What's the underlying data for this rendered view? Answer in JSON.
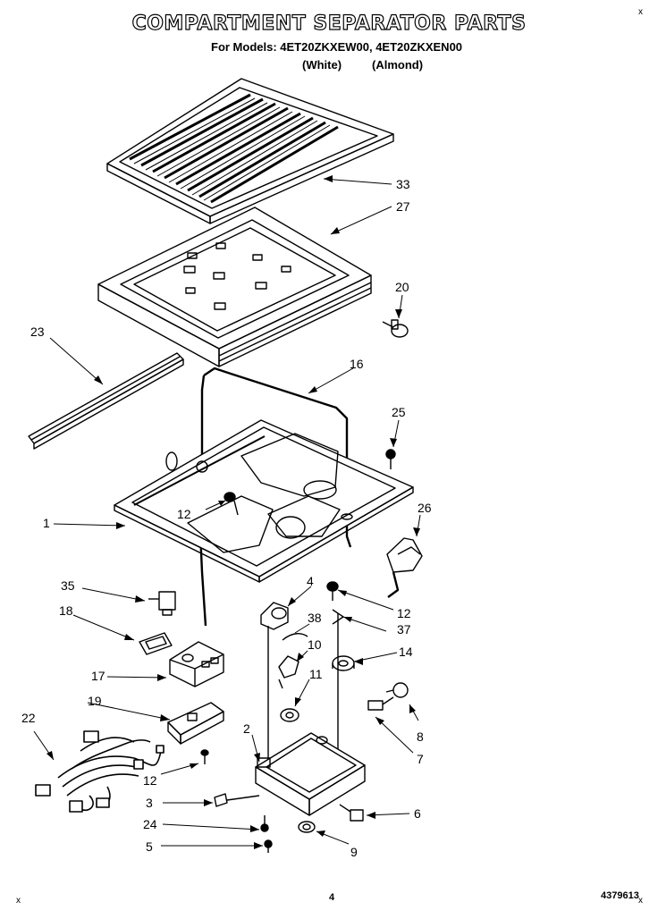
{
  "header": {
    "title": "COMPARTMENT SEPARATOR PARTS",
    "models_label": "For Models: 4ET20ZKXEW00, 4ET20ZKXEN00",
    "color_white": "(White)",
    "color_almond": "(Almond)"
  },
  "callouts": [
    "33",
    "27",
    "20",
    "23",
    "16",
    "25",
    "1",
    "12",
    "26",
    "35",
    "4",
    "12",
    "18",
    "38",
    "37",
    "10",
    "14",
    "17",
    "11",
    "19",
    "8",
    "22",
    "2",
    "7",
    "12",
    "3",
    "6",
    "24",
    "9",
    "5"
  ],
  "footer": {
    "page_number": "4",
    "doc_number": "4379613",
    "corner_mark": "x"
  }
}
